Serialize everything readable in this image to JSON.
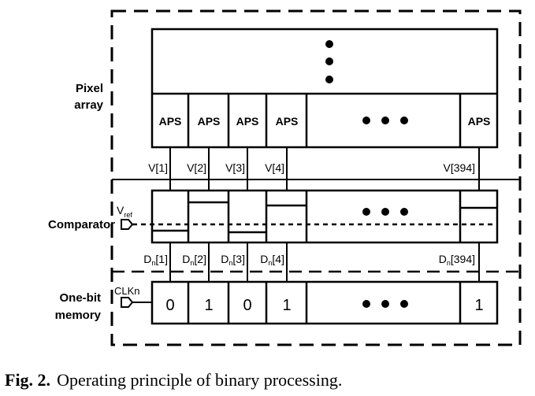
{
  "section_labels": {
    "pixel_array_line1": "Pixel",
    "pixel_array_line2": "array",
    "comparator": "Comparator",
    "memory_line1": "One-bit",
    "memory_line2": "memory"
  },
  "aps_cells": [
    "APS",
    "APS",
    "APS",
    "APS",
    "APS"
  ],
  "voltage_labels": [
    "V[1]",
    "V[2]",
    "V[3]",
    "V[4]",
    "V[394]"
  ],
  "vref": {
    "base": "V",
    "sub": "ref"
  },
  "clk": "CLKn",
  "digital_outputs": [
    {
      "base": "D",
      "sub": "n",
      "index": "[1]"
    },
    {
      "base": "D",
      "sub": "n",
      "index": "[2]"
    },
    {
      "base": "D",
      "sub": "n",
      "index": "[3]"
    },
    {
      "base": "D",
      "sub": "n",
      "index": "[4]"
    },
    {
      "base": "D",
      "sub": "n",
      "index": "[394]"
    }
  ],
  "memory_bits": [
    "0",
    "1",
    "0",
    "1",
    "1"
  ],
  "caption": {
    "prefix": "Fig. 2.",
    "text": "Operating principle of binary processing."
  }
}
